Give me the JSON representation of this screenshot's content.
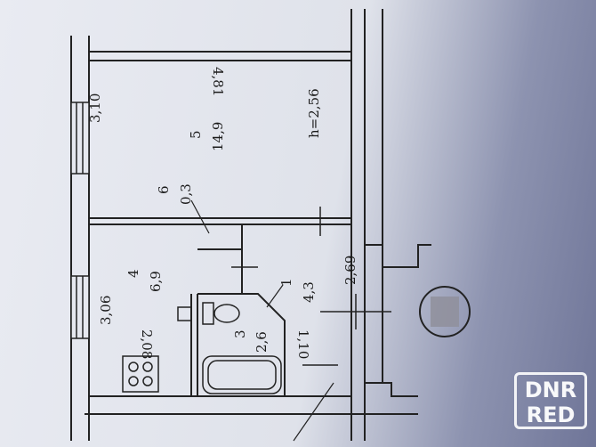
{
  "plan": {
    "room_labels": [
      {
        "num": "5",
        "area": "14,9"
      },
      {
        "num": "6",
        "area": "0,3"
      },
      {
        "num": "4",
        "area": "6,9"
      },
      {
        "num": "3",
        "area": "2,6"
      },
      {
        "num": "1",
        "area": "4,3"
      }
    ],
    "dimensions": [
      "4,81",
      "3,10",
      "3,06",
      "2,08",
      "1,10",
      "2,69"
    ],
    "height": "h=2,56"
  },
  "watermark": {
    "line1": "DNR",
    "line2": "RED"
  },
  "colors": {
    "ink": "#1b1b1b",
    "paper": "#e6e8ef",
    "watermark": "#ffffff"
  }
}
